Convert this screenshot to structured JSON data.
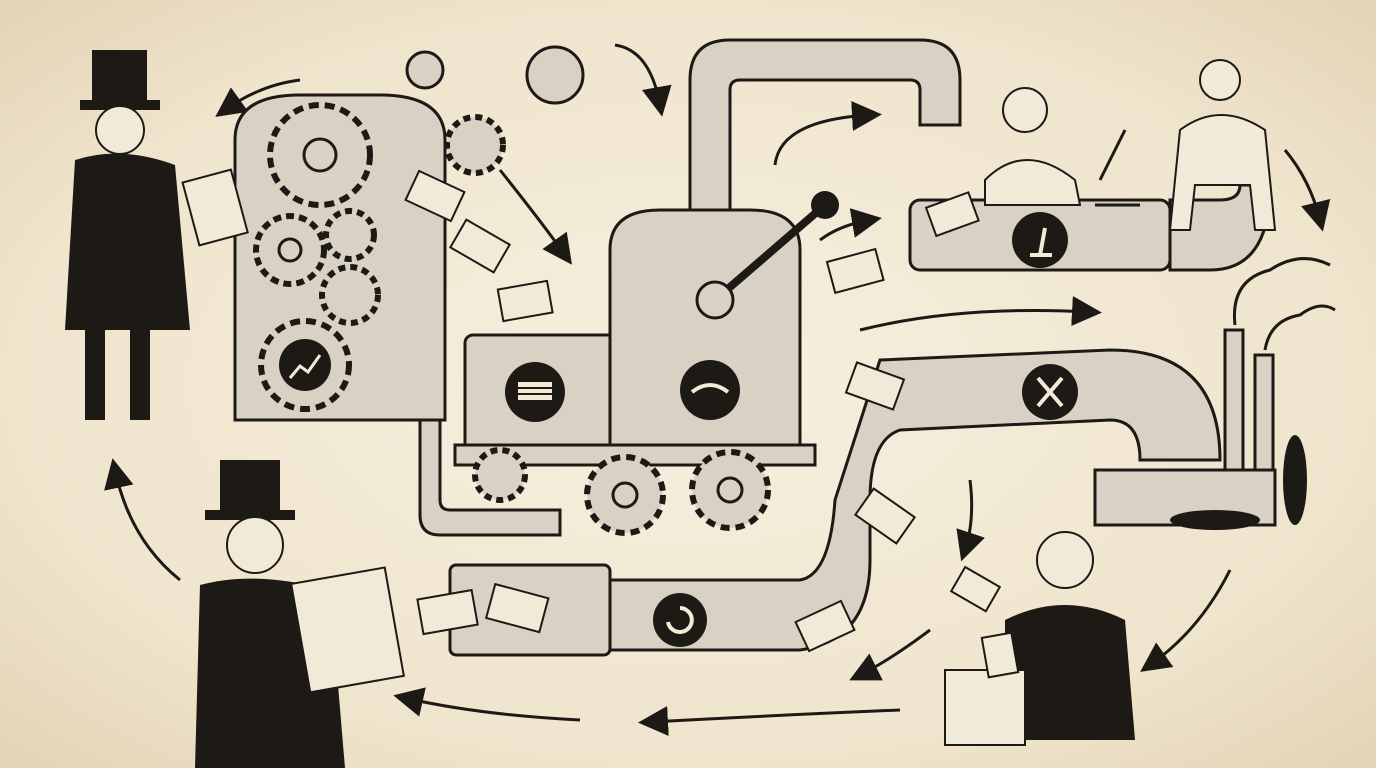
{
  "scene": {
    "style": "engraving",
    "colors": {
      "ink": "#1d1a16",
      "paper": "#f3ead8",
      "metal": "#d9d2c4"
    },
    "figures": [
      {
        "role": "top-hat-capitalist-top",
        "icon": "top-hat-man-icon"
      },
      {
        "role": "top-hat-capitalist-bottom",
        "icon": "top-hat-man-icon"
      },
      {
        "role": "scientist",
        "icon": "scientist-icon"
      },
      {
        "role": "bare-chested-man",
        "icon": "man-icon"
      },
      {
        "role": "politician-with-ballot",
        "icon": "politician-icon"
      }
    ],
    "emblems": [
      {
        "name": "growth-chart",
        "icon": "chart-up-icon"
      },
      {
        "name": "government",
        "icon": "flag-emblem-icon"
      },
      {
        "name": "handshake",
        "icon": "handshake-icon"
      },
      {
        "name": "science",
        "icon": "microscope-icon"
      },
      {
        "name": "weapons",
        "icon": "crossed-swords-icon"
      },
      {
        "name": "return",
        "icon": "return-arrow-icon"
      }
    ]
  }
}
